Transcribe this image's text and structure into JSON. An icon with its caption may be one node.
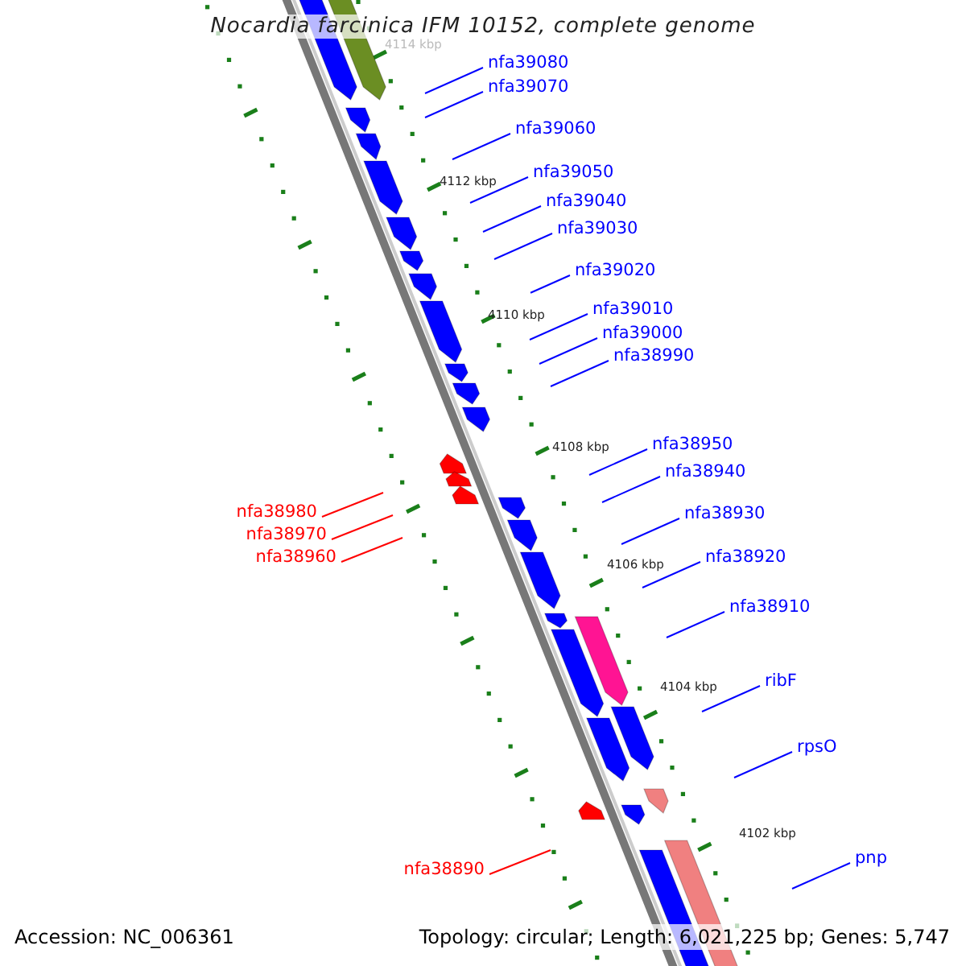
{
  "diagram": {
    "title": "Nocardia farcinica IFM 10152, complete genome",
    "nodes": [
      {
        "text": [
          "nfa39080"
        ]
      },
      {
        "text": [
          "nfa39070"
        ]
      },
      {
        "text": [
          "nfa39060"
        ]
      },
      {
        "text": [
          "nfa39050"
        ]
      },
      {
        "text": [
          "nfa39040"
        ]
      },
      {
        "text": [
          "nfa39030"
        ]
      },
      {
        "text": [
          "nfa39020"
        ]
      },
      {
        "text": [
          "nfa39010"
        ]
      },
      {
        "text": [
          "nfa39000"
        ]
      },
      {
        "text": [
          "nfa38990"
        ]
      },
      {
        "text": [
          "nfa38950"
        ]
      },
      {
        "text": [
          "nfa38940"
        ]
      },
      {
        "text": [
          "nfa38980"
        ]
      },
      {
        "text": [
          "nfa38970"
        ]
      },
      {
        "text": [
          "nfa38960"
        ]
      },
      {
        "text": [
          "nfa38930"
        ]
      },
      {
        "text": [
          "nfa38920"
        ]
      },
      {
        "text": [
          "nfa38910"
        ]
      },
      {
        "text": [
          "ribF"
        ]
      },
      {
        "text": [
          "rpsO"
        ]
      },
      {
        "text": [
          "nfa38890"
        ]
      },
      {
        "text": [
          "pnp"
        ]
      }
    ],
    "edges": [
      {
        "from": 0,
        "to": null,
        "arrow": "none"
      },
      {
        "from": 1,
        "to": null,
        "arrow": "none"
      },
      {
        "from": 2,
        "to": null,
        "arrow": "none"
      },
      {
        "from": 3,
        "to": null,
        "arrow": "none"
      },
      {
        "from": 4,
        "to": null,
        "arrow": "none"
      },
      {
        "from": 5,
        "to": null,
        "arrow": "none"
      },
      {
        "from": 6,
        "to": null,
        "arrow": "none"
      },
      {
        "from": 7,
        "to": null,
        "arrow": "none"
      },
      {
        "from": 8,
        "to": null,
        "arrow": "none"
      },
      {
        "from": 9,
        "to": null,
        "arrow": "none"
      },
      {
        "from": 10,
        "to": null,
        "arrow": "none"
      },
      {
        "from": 11,
        "to": null,
        "arrow": "none"
      },
      {
        "from": 12,
        "to": null,
        "arrow": "none",
        "color": "#ff0000"
      },
      {
        "from": 13,
        "to": null,
        "arrow": "none",
        "color": "#ff0000"
      },
      {
        "from": 14,
        "to": null,
        "arrow": "none",
        "color": "#ff0000"
      },
      {
        "from": 15,
        "to": null,
        "arrow": "none"
      },
      {
        "from": 16,
        "to": null,
        "arrow": "none"
      },
      {
        "from": 17,
        "to": null,
        "arrow": "none"
      },
      {
        "from": 18,
        "to": null,
        "arrow": "none"
      },
      {
        "from": 19,
        "to": null,
        "arrow": "none"
      },
      {
        "from": 20,
        "to": null,
        "arrow": "none",
        "color": "#ff0000"
      },
      {
        "from": 21,
        "to": null,
        "arrow": "none"
      }
    ],
    "labels": [
      "4114 kbp",
      "4112 kbp",
      "4110 kbp",
      "4108 kbp",
      "4106 kbp",
      "4104 kbp",
      "4102 kbp",
      "Accession: NC_006361",
      "Topology: circular; Length: 6,021,225 bp; Genes: 5,747"
    ]
  }
}
